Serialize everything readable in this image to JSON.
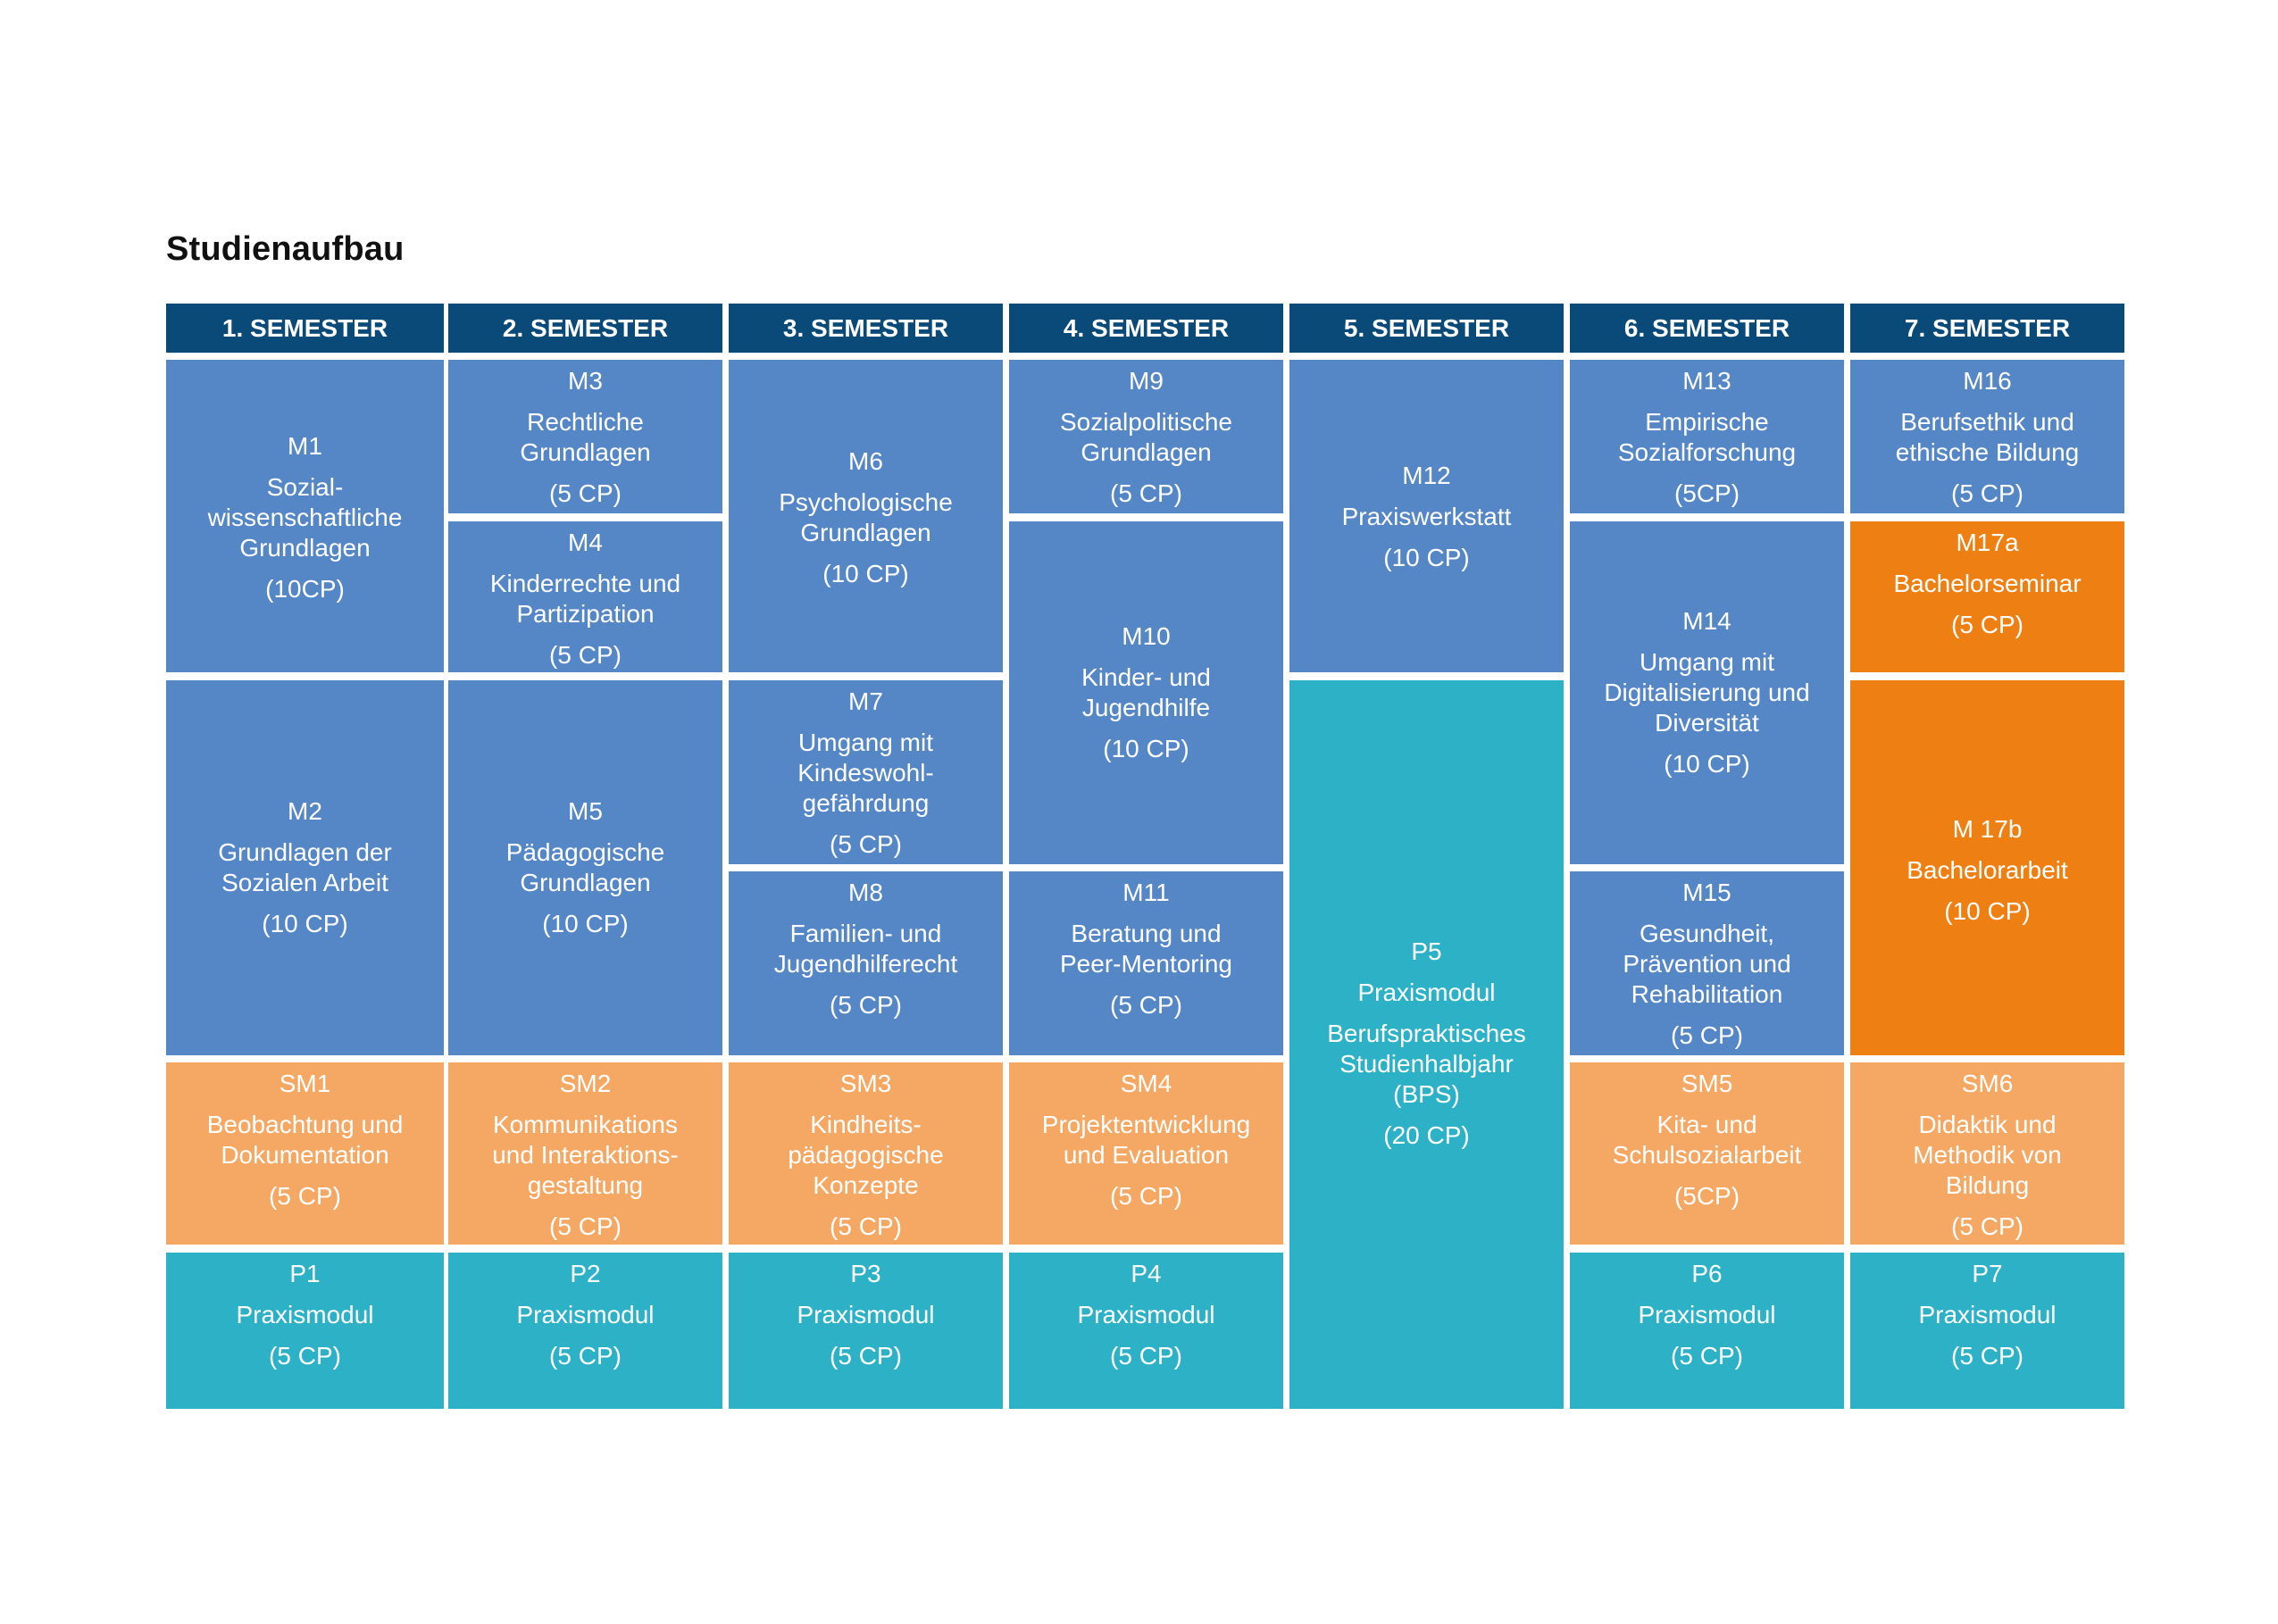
{
  "title": "Studienaufbau",
  "colors": {
    "header": "#0a4a78",
    "module": "#5587c7",
    "elective": "#f4a863",
    "practice": "#2db1c6",
    "thesis": "#ee8013"
  },
  "semesters": [
    "1. SEMESTER",
    "2. SEMESTER",
    "3. SEMESTER",
    "4. SEMESTER",
    "5. SEMESTER",
    "6. SEMESTER",
    "7. SEMESTER"
  ],
  "modules": {
    "m1": {
      "code": "M1",
      "name": "Sozial-\nwissenschaftliche\nGrundlagen",
      "cp": "(10CP)"
    },
    "m2": {
      "code": "M2",
      "name": "Grundlagen der\nSozialen Arbeit",
      "cp": "(10 CP)"
    },
    "sm1": {
      "code": "SM1",
      "name": "Beobachtung und\nDokumentation",
      "cp": "(5 CP)"
    },
    "p1": {
      "code": "P1",
      "name": "Praxismodul",
      "cp": "(5 CP)"
    },
    "m3": {
      "code": "M3",
      "name": "Rechtliche\nGrundlagen",
      "cp": "(5 CP)"
    },
    "m4": {
      "code": "M4",
      "name": "Kinderrechte und\nPartizipation",
      "cp": "(5 CP)"
    },
    "m5": {
      "code": "M5",
      "name": "Pädagogische\nGrundlagen",
      "cp": "(10 CP)"
    },
    "sm2": {
      "code": "SM2",
      "name": "Kommunikations\nund Interaktions-\ngestaltung",
      "cp": "(5 CP)"
    },
    "p2": {
      "code": "P2",
      "name": "Praxismodul",
      "cp": "(5 CP)"
    },
    "m6": {
      "code": "M6",
      "name": "Psychologische\nGrundlagen",
      "cp": "(10 CP)"
    },
    "m7": {
      "code": "M7",
      "name": "Umgang mit\nKindeswohl-\ngefährdung",
      "cp": "(5 CP)"
    },
    "m8": {
      "code": "M8",
      "name": "Familien- und\nJugendhilferecht",
      "cp": "(5 CP)"
    },
    "sm3": {
      "code": "SM3",
      "name": "Kindheits-\npädagogische\nKonzepte",
      "cp": "(5 CP)"
    },
    "p3": {
      "code": "P3",
      "name": "Praxismodul",
      "cp": "(5 CP)"
    },
    "m9": {
      "code": "M9",
      "name": "Sozialpolitische\nGrundlagen",
      "cp": "(5 CP)"
    },
    "m10": {
      "code": "M10",
      "name": "Kinder- und\nJugendhilfe",
      "cp": "(10 CP)"
    },
    "m11": {
      "code": "M11",
      "name": "Beratung und\nPeer-Mentoring",
      "cp": "(5 CP)"
    },
    "sm4": {
      "code": "SM4",
      "name": "Projektentwicklung\nund Evaluation",
      "cp": "(5 CP)"
    },
    "p4": {
      "code": "P4",
      "name": "Praxismodul",
      "cp": "(5 CP)"
    },
    "m12": {
      "code": "M12",
      "name": "Praxiswerkstatt",
      "cp": "(10 CP)"
    },
    "p5": {
      "code": "P5",
      "name": "Praxismodul",
      "sub": "Berufspraktisches\nStudienhalbjahr\n(BPS)",
      "cp": "(20 CP)"
    },
    "m13": {
      "code": "M13",
      "name": "Empirische\nSozialforschung",
      "cp": "(5CP)"
    },
    "m14": {
      "code": "M14",
      "name": "Umgang mit\nDigitalisierung und\nDiversität",
      "cp": "(10 CP)"
    },
    "m15": {
      "code": "M15",
      "name": "Gesundheit,\nPrävention und\nRehabilitation",
      "cp": "(5 CP)"
    },
    "sm5": {
      "code": "SM5",
      "name": "Kita- und\nSchulsozialarbeit",
      "cp": "(5CP)"
    },
    "p6": {
      "code": "P6",
      "name": "Praxismodul",
      "cp": "(5 CP)"
    },
    "m16": {
      "code": "M16",
      "name": "Berufsethik und\nethische Bildung",
      "cp": "(5 CP)"
    },
    "m17a": {
      "code": "M17a",
      "name": "Bachelorseminar",
      "cp": "(5 CP)"
    },
    "m17b": {
      "code": "M 17b",
      "name": "Bachelorarbeit",
      "cp": "(10 CP)"
    },
    "sm6": {
      "code": "SM6",
      "name": "Didaktik und\nMethodik von\nBildung",
      "cp": "(5 CP)"
    },
    "p7": {
      "code": "P7",
      "name": "Praxismodul",
      "cp": "(5 CP)"
    }
  }
}
